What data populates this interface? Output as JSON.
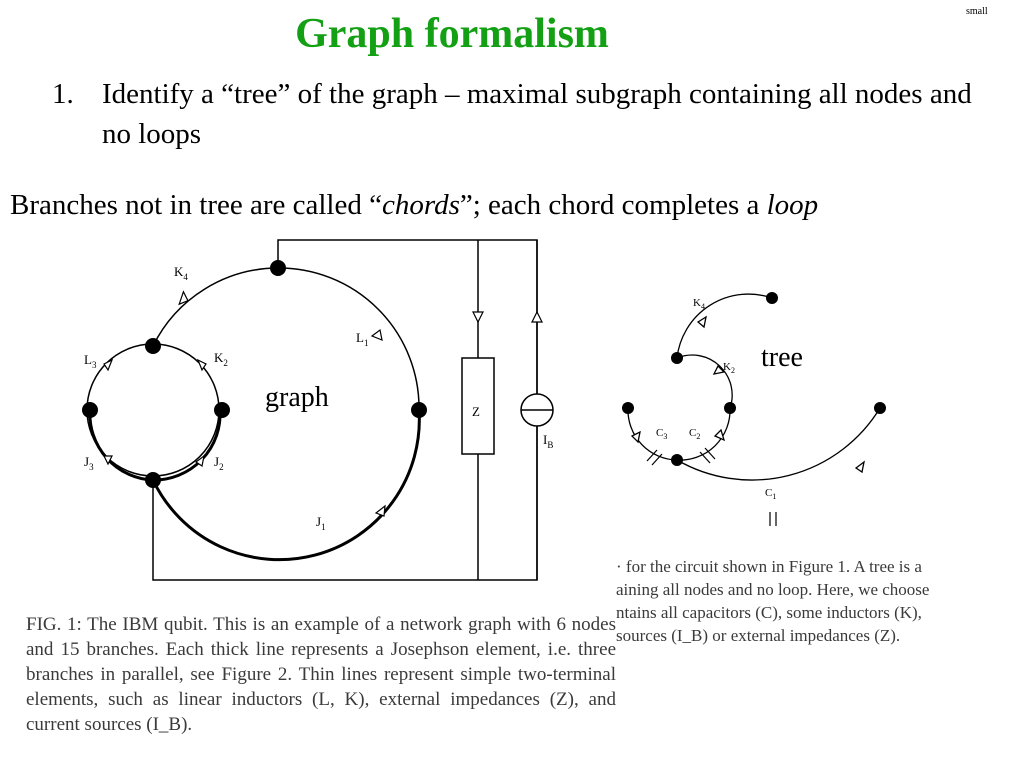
{
  "slide": {
    "title": "Graph formalism",
    "corner_note": "small",
    "item_number": "1.",
    "item_text": "Identify a “tree” of the graph – maximal subgraph containing all nodes and no loops",
    "chords": {
      "part1": "Branches not in tree are called “",
      "chords_word": "chords",
      "part2": "”; each chord completes a ",
      "loop_word": "loop"
    },
    "graph_label": "graph",
    "tree_label": "tree",
    "title_color": "#14a014"
  },
  "figure_graph": {
    "branch_labels": {
      "K4": "K",
      "K4_sub": "4",
      "K2": "K",
      "K2_sub": "2",
      "L3": "L",
      "L3_sub": "3",
      "L1": "L",
      "L1_sub": "1",
      "J3": "J",
      "J3_sub": "3",
      "J2": "J",
      "J2_sub": "2",
      "J1": "J",
      "J1_sub": "1",
      "Z": "Z",
      "IB": "I",
      "IB_sub": "B"
    }
  },
  "figure_tree": {
    "branch_labels": {
      "K4": "K",
      "K4_sub": "4",
      "K2": "K",
      "K2_sub": "2",
      "C3": "C",
      "C3_sub": "3",
      "C2": "C",
      "C2_sub": "2",
      "C1": "C",
      "C1_sub": "1"
    }
  },
  "caption_fig1": "FIG. 1: The IBM qubit. This is an example of a network graph with 6 nodes and 15 branches. Each thick line represents a Josephson element, i.e. three branches in parallel, see Figure 2. Thin lines represent simple two-terminal elements, such as linear inductors (L, K), external impedances (Z), and current sources (I_B).",
  "caption_tree_lines": [
    "· for the circuit shown in Figure 1. A tree is a",
    "aining all nodes and no loop. Here, we choose",
    "ntains all capacitors (C), some inductors (K),",
    "sources (I_B) or external impedances (Z)."
  ]
}
